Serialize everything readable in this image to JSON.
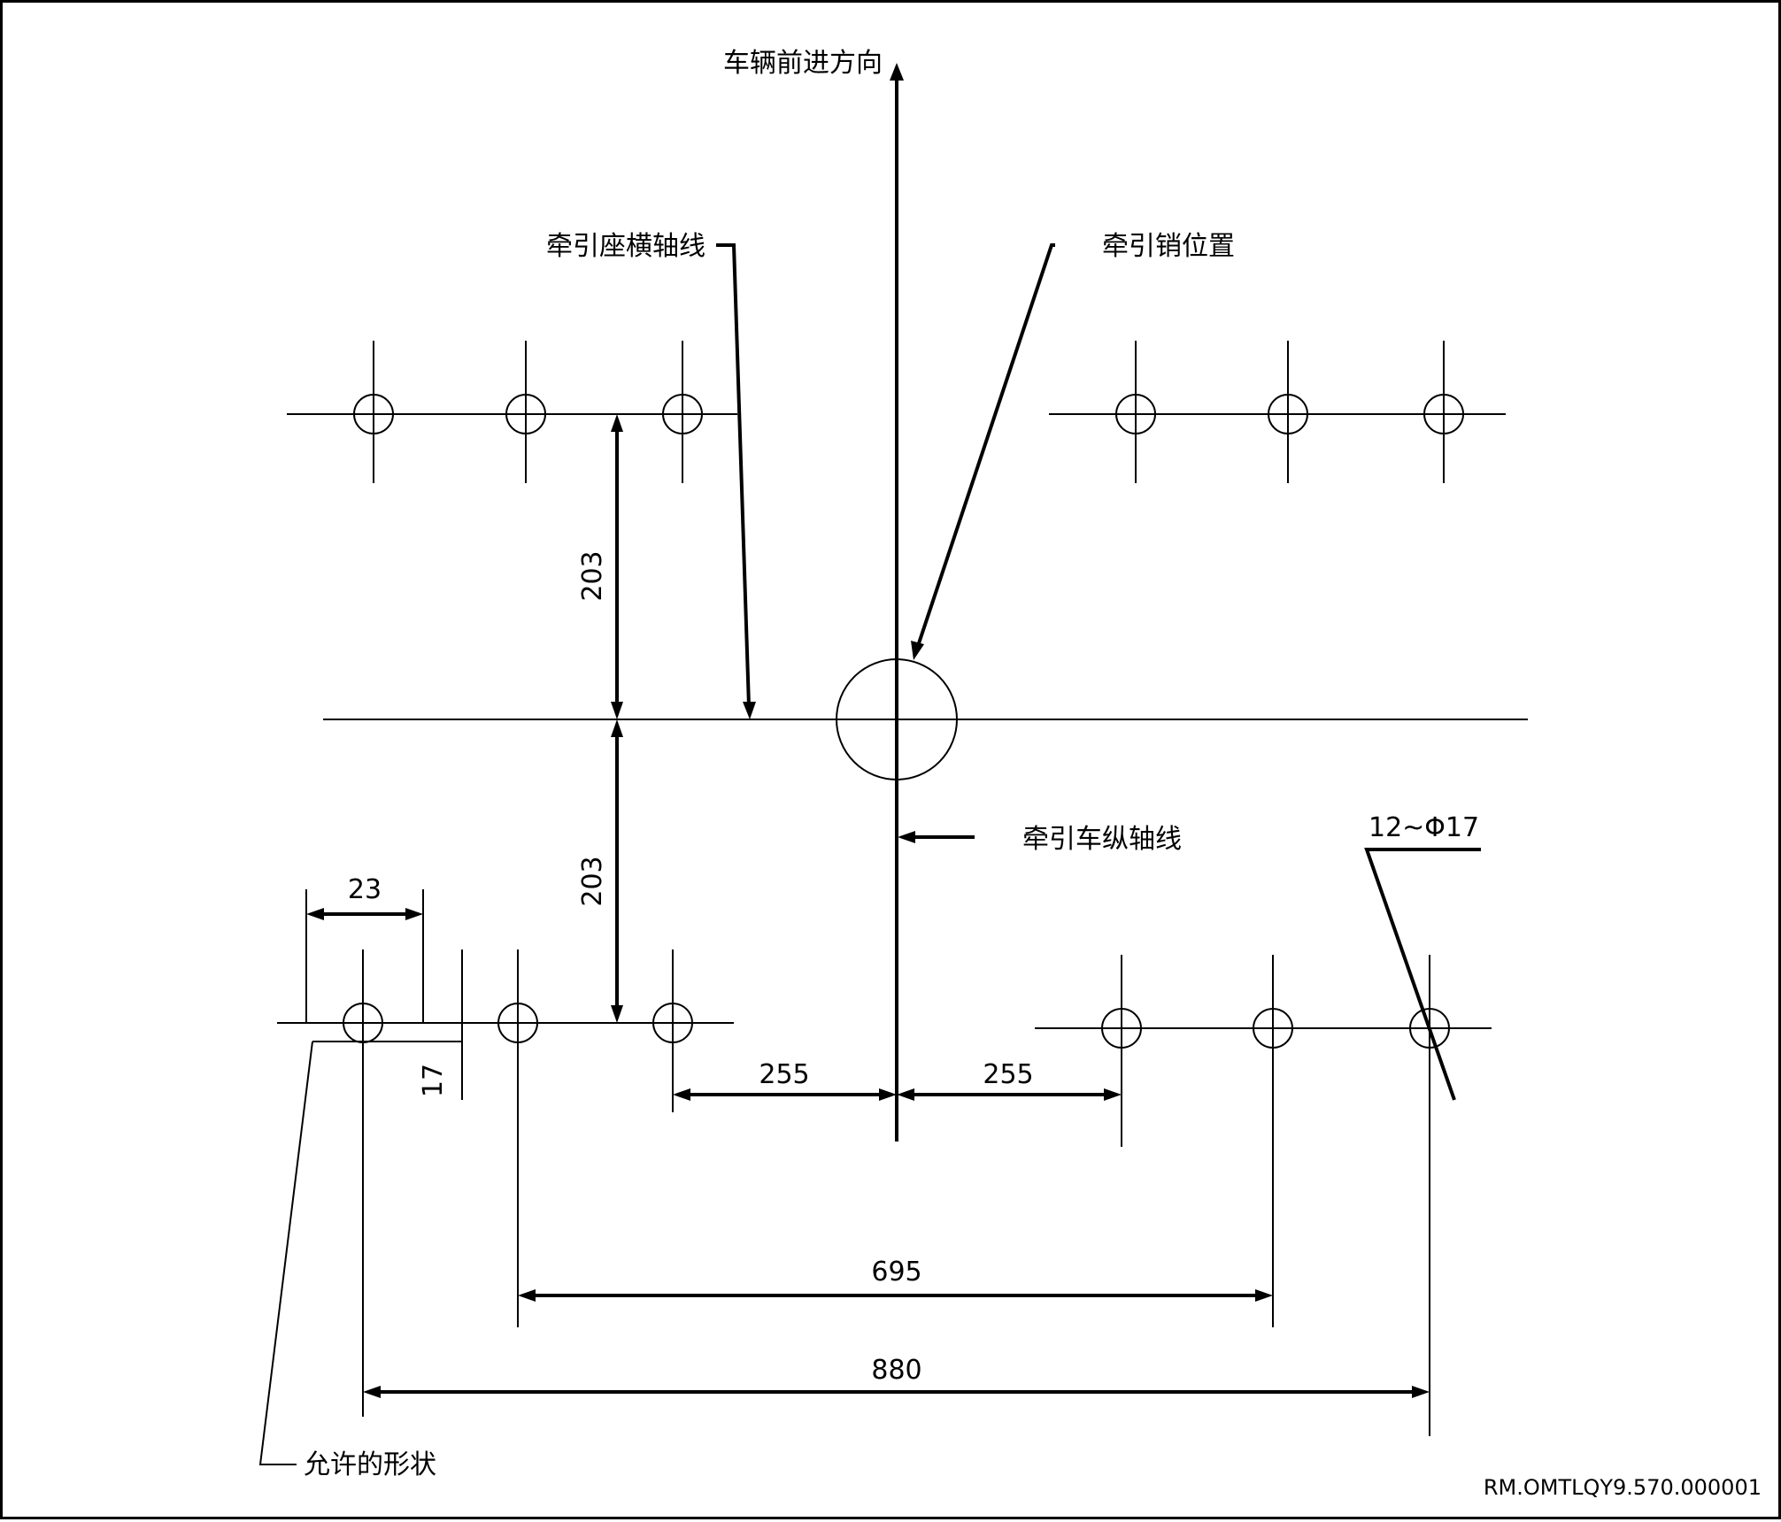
{
  "labels": {
    "forward_direction": "车辆前进方向",
    "fifth_wheel_transverse_axis": "牵引座横轴线",
    "kingpin_position": "牵引销位置",
    "tractor_longitudinal_axis": "牵引车纵轴线",
    "holes_spec": "12~Φ17",
    "allowed_shape": "允许的形状"
  },
  "dimensions": {
    "upper_offset": "203",
    "lower_offset": "203",
    "left_hole_spacing": "255",
    "right_hole_spacing": "255",
    "inner_span": "695",
    "outer_span": "880",
    "slot_length": "23",
    "slot_width": "17"
  },
  "reference_code": "RM.OMTLQY9.570.000001"
}
